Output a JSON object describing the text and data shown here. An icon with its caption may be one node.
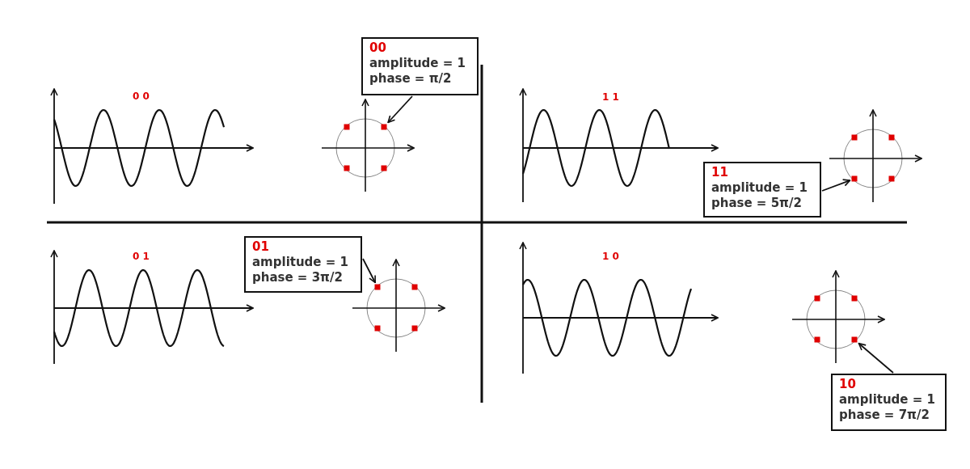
{
  "diagram": {
    "nodes": [
      {
        "text": [
          "00",
          "amplitude = 1",
          "phase = π/2"
        ]
      },
      {
        "text": [],
        "shape": "box"
      },
      {
        "text": [
          "11",
          "amplitude = 1",
          "phase = 5π/2"
        ]
      },
      {
        "text": [],
        "shape": "box"
      },
      {
        "text": [
          "01",
          "amplitude = 1",
          "phase = 3π/2"
        ]
      },
      {
        "text": [],
        "shape": "box"
      },
      {
        "text": [
          "10",
          "amplitude = 1",
          "phase = 7π/2"
        ]
      },
      {
        "text": [],
        "shape": "box"
      }
    ],
    "edges": [
      {
        "from": 0,
        "to": 1,
        "arrow": "to"
      },
      {
        "from": 2,
        "to": 3,
        "arrow": "to"
      },
      {
        "from": 4,
        "to": 5,
        "arrow": "to"
      },
      {
        "from": 6,
        "to": 7,
        "arrow": "to"
      }
    ],
    "labels": [
      "0 0",
      "1 1",
      "0 1",
      "1 0"
    ]
  }
}
